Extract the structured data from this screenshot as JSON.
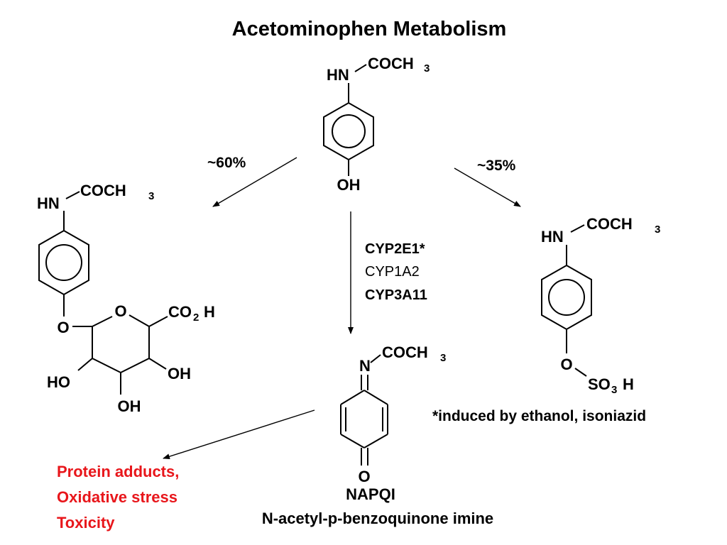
{
  "title": "Acetominophen  Metabolism",
  "acetaminophen": {
    "amide": "HN",
    "acyl": "COCH",
    "acyl_sub": "3",
    "hydroxyl": "OH"
  },
  "glucuronide": {
    "percent": "~60%",
    "amide": "HN",
    "acyl": "COCH",
    "acyl_sub": "3",
    "link_o": "O",
    "ring_o": "O",
    "carboxyl": "CO",
    "carboxyl_sub": "2",
    "carboxyl_h": "H",
    "oh_left": "HO",
    "oh_right": "OH",
    "oh_bottom": "OH"
  },
  "sulfate": {
    "percent": "~35%",
    "amide": "HN",
    "acyl": "COCH",
    "acyl_sub": "3",
    "link_o": "O",
    "so": "SO",
    "so_sub": "3",
    "so_h": "H"
  },
  "enzymes": {
    "e1": "CYP2E1*",
    "e2": "CYP1A2",
    "e3": "CYP3A11"
  },
  "napqi": {
    "imine_n": "N",
    "acyl": "COCH",
    "acyl_sub": "3",
    "oxo": "O",
    "name": "NAPQI",
    "fullname": "N-acetyl-p-benzoquinone imine"
  },
  "footnote": "*induced by ethanol, isoniazid",
  "toxicity": {
    "lines": [
      "Protein adducts,",
      "Oxidative stress",
      "Toxicity"
    ],
    "color": "#e8161b"
  }
}
